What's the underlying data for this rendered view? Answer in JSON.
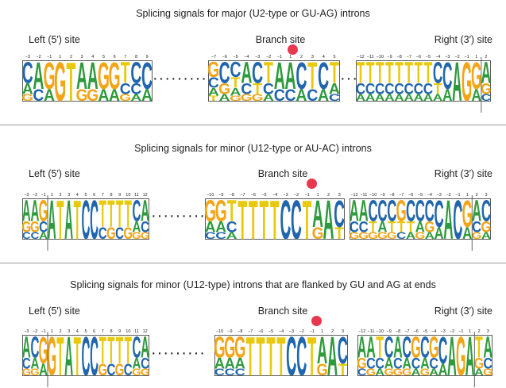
{
  "colors": {
    "A": "#2e9a3c",
    "C": "#2166ac",
    "G": "#f2a516",
    "T": "#e8c90d",
    "U": "#e8c90d",
    "dot": "#e8384f",
    "frame": "#333333",
    "bar": "#e9d33a"
  },
  "panels": [
    {
      "title": "Splicing signals for major (U2-type or GU-AG) introns",
      "labels": {
        "left": "Left (5′) site",
        "branch": "Branch site",
        "right": "Right (3′) site"
      },
      "logos": [
        {
          "name": "left",
          "ticks": [
            "−3",
            "−2",
            "−1",
            "1",
            "2",
            "3",
            "4",
            "5",
            "6",
            "7",
            "8",
            "9"
          ],
          "cols": [
            "CAG",
            "AC",
            "GA",
            "G",
            "T",
            "AG",
            "AG",
            "GA",
            "GA",
            "TCG",
            "CCA",
            "CA"
          ]
        },
        {
          "name": "branch",
          "ticks": [
            "−7",
            "−6",
            "−5",
            "−4",
            "−3",
            "−2",
            "−1",
            "1",
            "2",
            "3",
            "4",
            "5"
          ],
          "cols": [
            "GCAT",
            "CGA",
            "CTAG",
            "ACG",
            "CTG",
            "TCA",
            "AC",
            "AC",
            "CA",
            "TC",
            "CA",
            "TAC"
          ]
        },
        {
          "name": "right",
          "ticks": [
            "−12",
            "−11",
            "−10",
            "−9",
            "−8",
            "−7",
            "−6",
            "−5",
            "−4",
            "−3",
            "−2",
            "−1",
            "1",
            "2"
          ],
          "cols": [
            "TCA",
            "TCA",
            "TCA",
            "TCA",
            "TCA",
            "TCA",
            "TCA",
            "TCA",
            "CTA",
            "CA",
            "A",
            "G",
            "GA",
            "AGC"
          ]
        }
      ]
    },
    {
      "title": "Splicing signals for minor (U12-type or AU-AC) introns",
      "labels": {
        "left": "Left (5′) site",
        "branch": "Branch site",
        "right": "Right (3′) site"
      },
      "logos": [
        {
          "name": "left",
          "ticks": [
            "−3",
            "−2",
            "−1",
            "1",
            "2",
            "3",
            "4",
            "5",
            "6",
            "7",
            "8",
            "9",
            "10",
            "11",
            "12"
          ],
          "cols": [
            "AGC",
            "AGC",
            "GCA",
            "A",
            "T",
            "A",
            "T",
            "C",
            "C",
            "TC",
            "TG",
            "TC",
            "TG",
            "CAG",
            "ACG"
          ]
        },
        {
          "name": "branch",
          "ticks": [
            "−10",
            "−9",
            "−8",
            "−7",
            "−6",
            "−5",
            "−4",
            "−3",
            "−2",
            "−1",
            "1",
            "2",
            "3"
          ],
          "cols": [
            "GAC",
            "GAC",
            "TCA",
            "T",
            "T",
            "T",
            "T",
            "C",
            "C",
            "T",
            "AG",
            "A",
            "CT"
          ]
        },
        {
          "name": "right",
          "ticks": [
            "−12",
            "−11",
            "−10",
            "−9",
            "−8",
            "−7",
            "−6",
            "−5",
            "−4",
            "−3",
            "−2",
            "−1",
            "1",
            "2",
            "3"
          ],
          "cols": [
            "ACG",
            "ACG",
            "CTG",
            "CAG",
            "CTG",
            "GTC",
            "CTA",
            "CAG",
            "CGA",
            "CA",
            "A",
            "C",
            "GA",
            "ACG",
            "CGA"
          ]
        }
      ]
    },
    {
      "title": "Splicing signals for minor (U12-type) introns that are flanked by GU and AG at ends",
      "labels": {
        "left": "Left (5′) site",
        "branch": "Branch site",
        "right": "Right (3′) site"
      },
      "logos": [
        {
          "name": "left",
          "ticks": [
            "−3",
            "−2",
            "−1",
            "1",
            "2",
            "3",
            "4",
            "5",
            "6",
            "7",
            "8",
            "9",
            "10",
            "11",
            "12"
          ],
          "cols": [
            "ACG",
            "CAG",
            "GA",
            "G",
            "T",
            "A",
            "T",
            "C",
            "C",
            "TG",
            "TC",
            "TG",
            "TC",
            "CAG",
            "ACG"
          ]
        },
        {
          "name": "branch",
          "ticks": [
            "−10",
            "−9",
            "−8",
            "−7",
            "−6",
            "−5",
            "−4",
            "−3",
            "−2",
            "−1",
            "1",
            "2",
            "3"
          ],
          "cols": [
            "GAC",
            "GAC",
            "GAC",
            "T",
            "T",
            "T",
            "T",
            "C",
            "C",
            "T",
            "AG",
            "A",
            "CT"
          ]
        },
        {
          "name": "right",
          "ticks": [
            "−12",
            "−11",
            "−10",
            "−9",
            "−8",
            "−7",
            "−6",
            "−5",
            "−4",
            "−3",
            "−2",
            "−1",
            "1",
            "2",
            "3"
          ],
          "cols": [
            "AGC",
            "ACG",
            "TCA",
            "CAG",
            "ACG",
            "CAG",
            "GCA",
            "CAG",
            "GCA",
            "CA",
            "A",
            "G",
            "A",
            "TGA",
            "ACG"
          ]
        }
      ]
    }
  ]
}
